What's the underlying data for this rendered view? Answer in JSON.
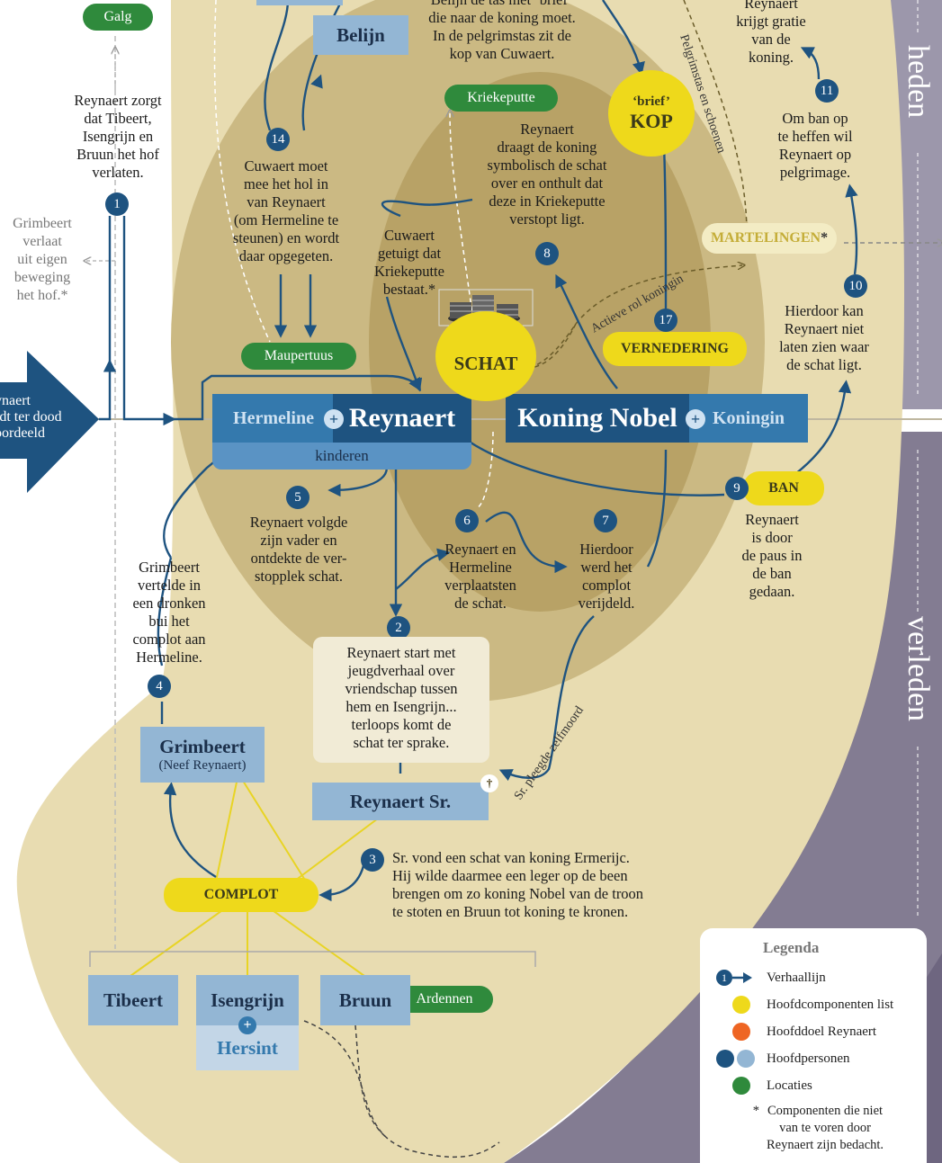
{
  "colors": {
    "bg_olive": "#e3d6a8",
    "inner_olive": "#c7b57f",
    "center_olive": "#b9a36a",
    "blue_dark": "#1e5380",
    "blue_mid": "#3479ad",
    "blue_light": "#93b6d4",
    "green": "#2f8a3c",
    "yellow": "#eed91b",
    "orange": "#ee6523",
    "purple": "#8e87a0"
  },
  "time": {
    "heden": "heden",
    "verleden": "verleden"
  },
  "locations": {
    "galg": "Galg",
    "kriekeputte": "Kriekeputte",
    "maupertuus": "Maupertuus",
    "ardennen": "Ardennen"
  },
  "characters": {
    "belijn": "Belijn",
    "hermeline": "Hermeline",
    "reynaert": "Reynaert",
    "kinderen": "kinderen",
    "koning_nobel": "Koning Nobel",
    "koningin": "Koningin",
    "grimbeert": "Grimbeert",
    "neef": "(Neef Reynaert)",
    "reynaert_sr": "Reynaert Sr.",
    "tibeert": "Tibeert",
    "isengrijn": "Isengrijn",
    "hersint": "Hersint",
    "bruun": "Bruun",
    "plus": "+"
  },
  "components": {
    "schat": "SCHAT",
    "kop": "KOP",
    "brief": "‘brief’",
    "complot": "COMPLOT",
    "vernedering": "VERNEDERING",
    "ban": "BAN",
    "martelingen": "MARTELINGEN",
    "star": "*"
  },
  "texts": {
    "left_arrow": [
      "ynaert",
      "rdt ter dood",
      "oordeeld"
    ],
    "belijn_top": [
      "Belijn de tas met ‘brief’",
      "die naar de koning moet.",
      "In de pelgrimstas zit de",
      "kop van Cuwaert."
    ],
    "gratie": [
      "Reynaert",
      "krijgt gratie",
      "van de",
      "koning."
    ],
    "verlaten": [
      "Reynaert zorgt",
      "dat Tibeert,",
      "Isengrijn en",
      "Bruun het hof",
      "verlaten."
    ],
    "grimbeert_leaves": [
      "Grimbeert",
      "verlaat",
      "uit eigen",
      "beweging",
      "het hof.*"
    ],
    "cuwaert_hol": [
      "Cuwaert moet",
      "mee het hol in",
      "van Reynaert",
      "(om Hermeline te",
      "steunen) en wordt",
      "daar opgegeten."
    ],
    "cuwaert_getuigt": [
      "Cuwaert",
      "getuigt dat",
      "Kriekeputte",
      "bestaat.*"
    ],
    "koning_schat": [
      "Reynaert",
      "draagt de koning",
      "symbolisch de schat",
      "over en onthult dat",
      "deze in Kriekeputte",
      "verstopt ligt."
    ],
    "pelgrimage": [
      "Om ban op",
      "te heffen wil",
      "Reynaert op",
      "pelgrimage."
    ],
    "hierdoor_niet": [
      "Hierdoor kan",
      "Reynaert niet",
      "laten zien waar",
      "de schat ligt."
    ],
    "pauz": [
      "Reynaert",
      "is door",
      "de paus in",
      "de ban",
      "gedaan."
    ],
    "volgde": [
      "Reynaert volgde",
      "zijn vader en",
      "ontdekte de ver-",
      "stopplek schat."
    ],
    "verplaatsten": [
      "Reynaert en",
      "Hermeline",
      "verplaatsten",
      "de schat."
    ],
    "verijdeld": [
      "Hierdoor",
      "werd het",
      "complot",
      "verijdeld."
    ],
    "dronken": [
      "Grimbeert",
      "vertelde in",
      "een dronken",
      "bui het",
      "complot aan",
      "Hermeline."
    ],
    "jeugd": [
      "Reynaert start met",
      "jeugdverhaal over",
      "vriendschap tussen",
      "hem en Isengrijn...",
      "terloops komt de",
      "schat ter sprake."
    ],
    "ermerijc": [
      "Sr. vond een schat van koning Ermerijc.",
      "Hij wilde daarmee een leger op de been",
      "brengen om zo koning Nobel van de troon",
      "te stoten en Bruun tot koning te kronen."
    ],
    "pelgrimstas": "Pelgrimstas en schoenen",
    "actieve": "Actieve rol koningin",
    "zelfmoord": "Sr. pleegde zelfmoord",
    "cross": "†"
  },
  "numbers": [
    "1",
    "2",
    "3",
    "4",
    "5",
    "6",
    "7",
    "8",
    "9",
    "10",
    "11",
    "14",
    "17"
  ],
  "legend": {
    "title": "Legenda",
    "items": [
      "Verhaallijn",
      "Hoofdcomponenten list",
      "Hoofddoel Reynaert",
      "Hoofdpersonen",
      "Locaties"
    ],
    "note": [
      "Componenten die niet",
      "van te voren door",
      "Reynaert zijn bedacht."
    ],
    "one": "1",
    "star": "*"
  }
}
